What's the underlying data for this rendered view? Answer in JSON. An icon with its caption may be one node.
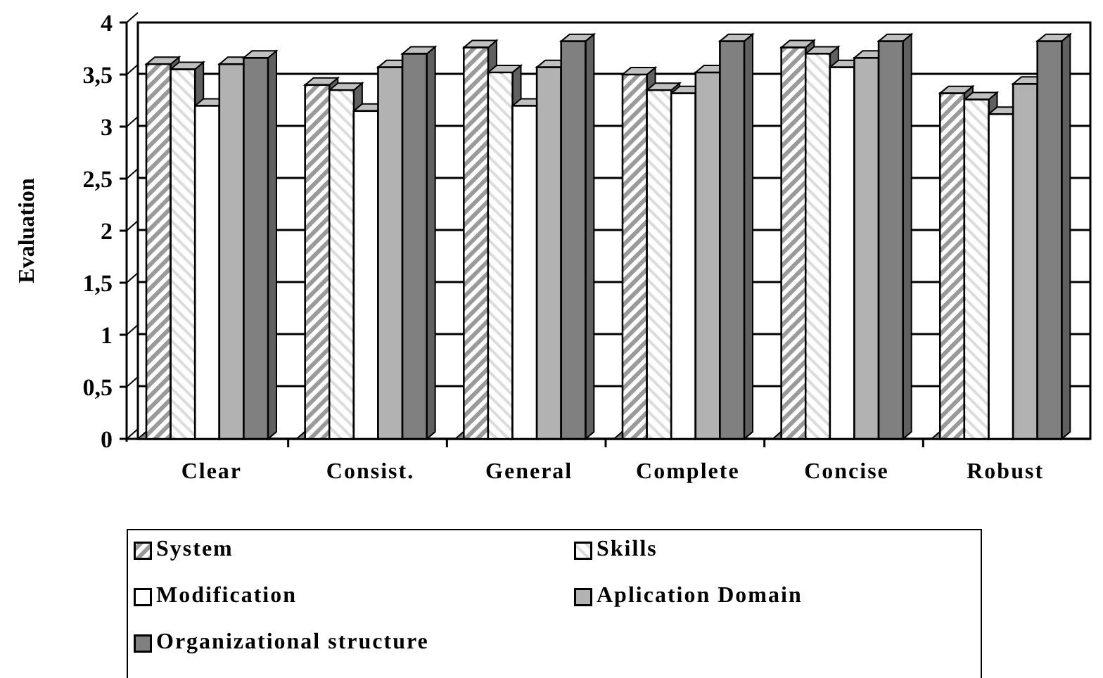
{
  "diagram": {
    "chart_data": {
      "type": "bar",
      "ylabel": "Evaluation",
      "categories": [
        "Clear",
        "Consist.",
        "General",
        "Complete",
        "Concise",
        "Robust"
      ],
      "series": [
        {
          "name": "System",
          "color": "#9a9a9a",
          "values": [
            3.6,
            3.4,
            3.76,
            3.5,
            3.76,
            3.32
          ]
        },
        {
          "name": "Skills",
          "color": "#dcdcdc",
          "values": [
            3.55,
            3.35,
            3.52,
            3.35,
            3.7,
            3.26
          ]
        },
        {
          "name": "Modification",
          "color": "#ffffff",
          "values": [
            3.2,
            3.15,
            3.2,
            3.32,
            3.57,
            3.12
          ]
        },
        {
          "name": "Aplication Domain",
          "color": "#b2b2b2",
          "values": [
            3.6,
            3.57,
            3.57,
            3.52,
            3.66,
            3.41
          ]
        },
        {
          "name": "Organizational structure",
          "color": "#808080",
          "values": [
            3.66,
            3.7,
            3.82,
            3.82,
            3.82,
            3.82
          ]
        }
      ],
      "ylim": [
        0,
        4
      ],
      "grid": true,
      "yticks": [
        0,
        {
          "value": 0.5,
          "label": "0,5"
        },
        1,
        {
          "value": 1.5,
          "label": "1,5"
        },
        2,
        {
          "value": 2.5,
          "label": "2,5"
        },
        3,
        {
          "value": 3.5,
          "label": "3,5"
        },
        4
      ]
    }
  }
}
